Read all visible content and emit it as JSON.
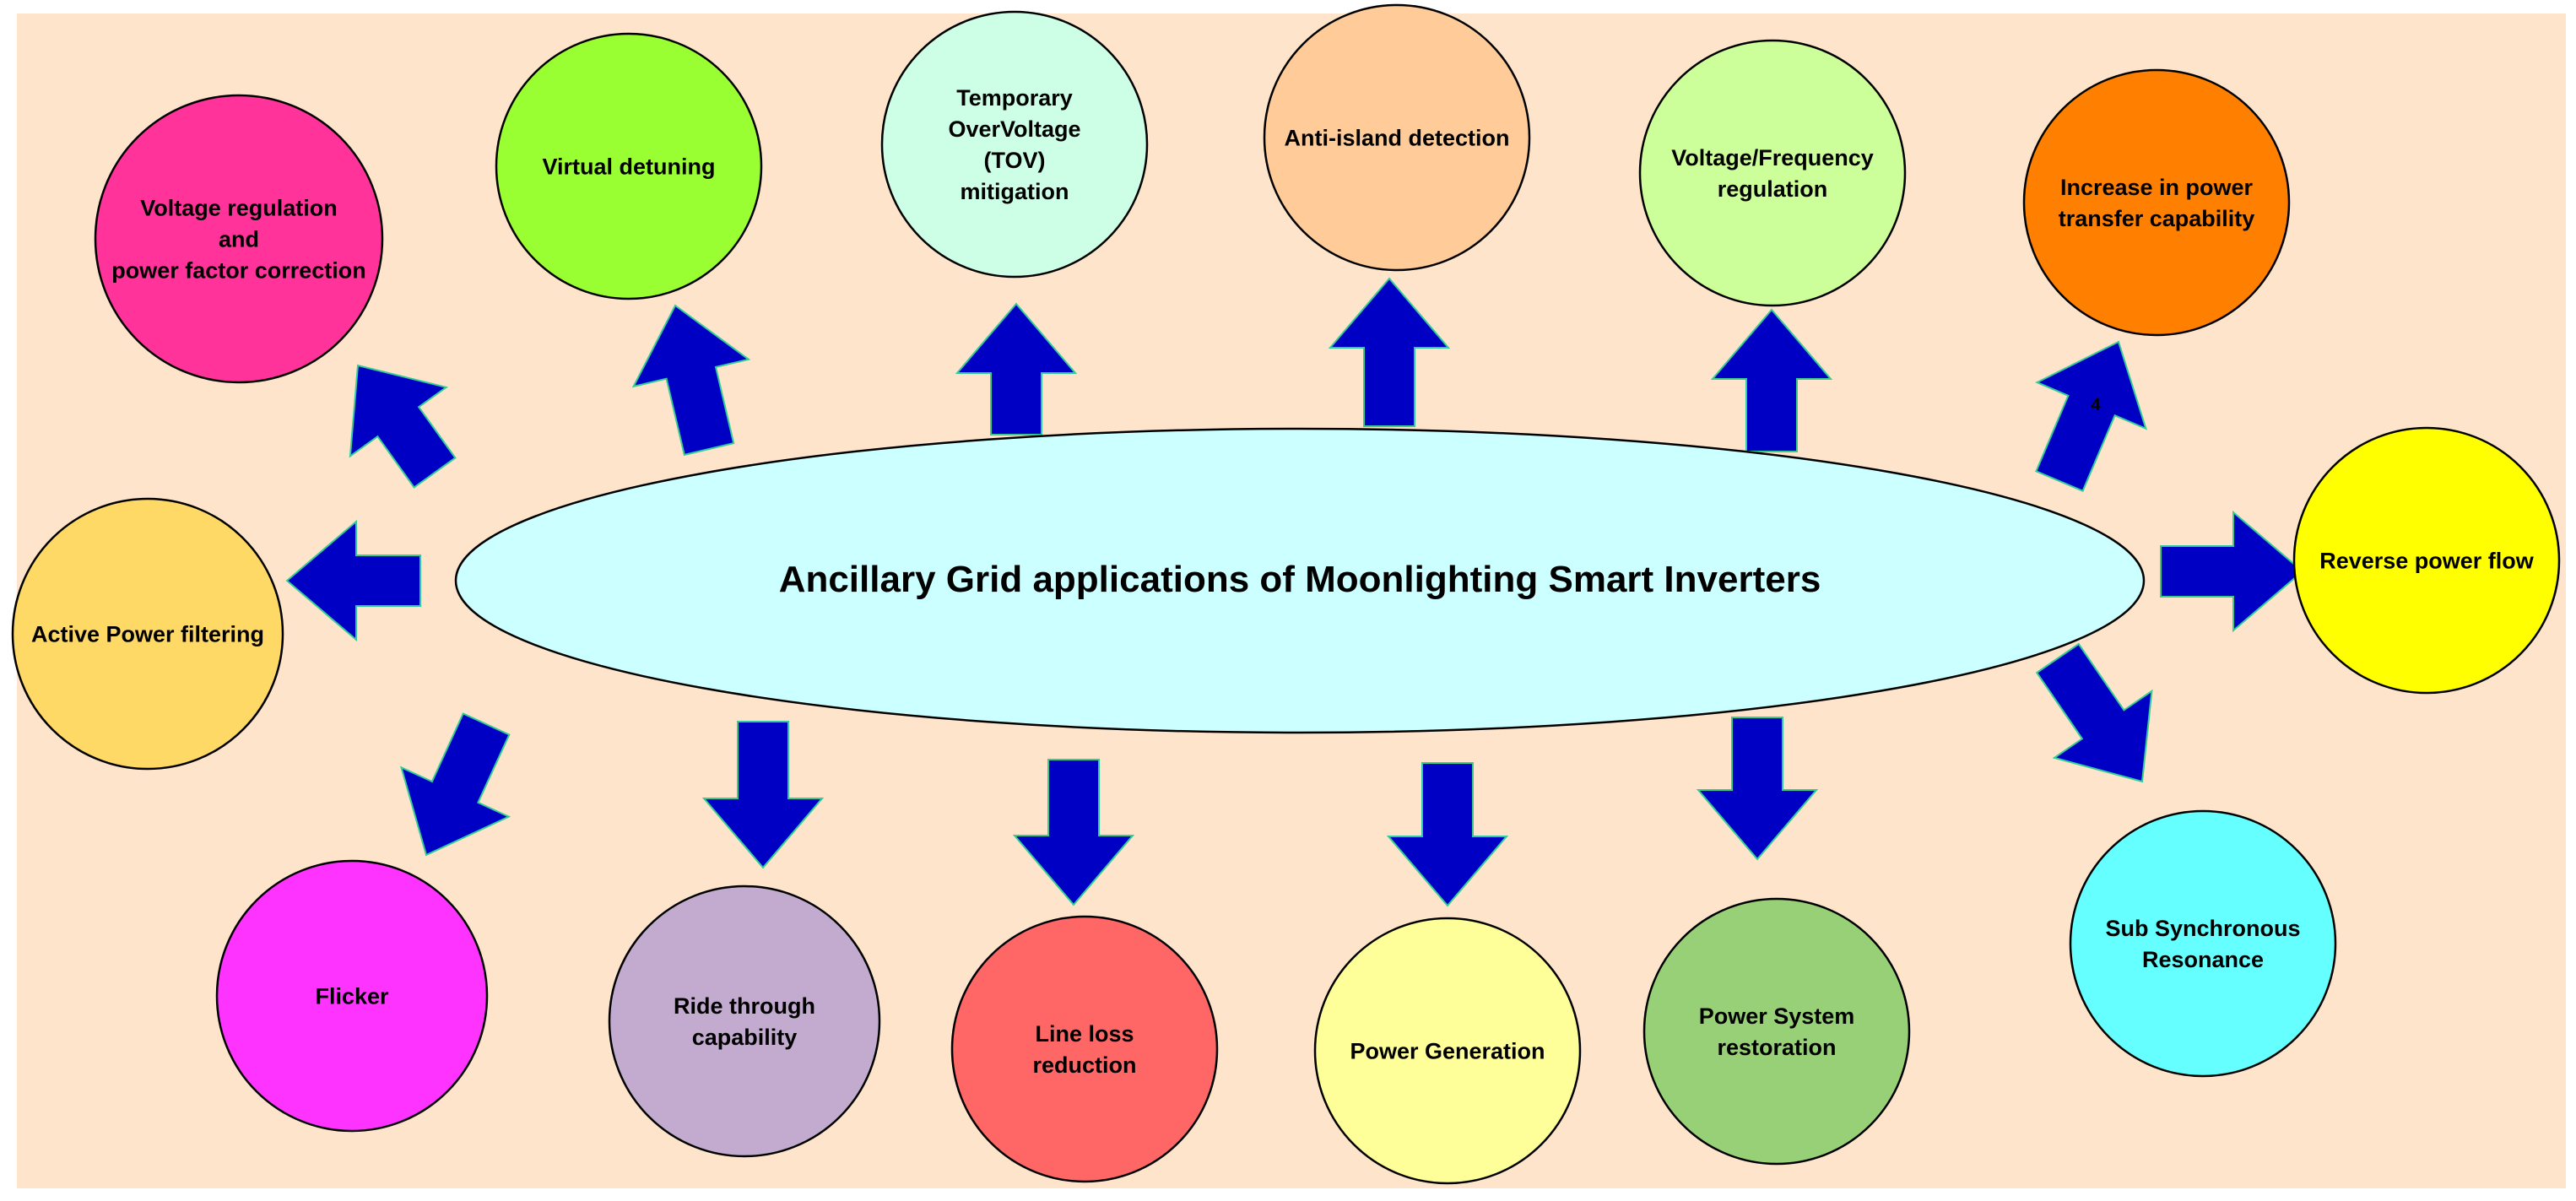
{
  "diagram": {
    "center": "Ancillary Grid applications of Moonlighting Smart Inverters",
    "stray_mark": "4",
    "colors": {
      "background": "#FDE4CB",
      "center_fill": "#CCFFFF",
      "arrow": "#0000C4",
      "arrow_outline": "#33CC99"
    },
    "nodes": [
      {
        "label": [
          "Voltage regulation",
          "and",
          "power factor correction"
        ],
        "color": "#FF3399"
      },
      {
        "label": [
          "Virtual detuning"
        ],
        "color": "#99FF33"
      },
      {
        "label": [
          "Temporary",
          "OverVoltage",
          "(TOV)",
          "mitigation"
        ],
        "color": "#CCFFE6"
      },
      {
        "label": [
          "Anti-island detection"
        ],
        "color": "#FFCC99"
      },
      {
        "label": [
          "Voltage/Frequency",
          "regulation"
        ],
        "color": "#CCFF99"
      },
      {
        "label": [
          "Increase in power",
          "transfer capability"
        ],
        "color": "#FF8000"
      },
      {
        "label": [
          "Active Power filtering"
        ],
        "color": "#FFD966"
      },
      {
        "label": [
          "Reverse power flow"
        ],
        "color": "#FFFF00"
      },
      {
        "label": [
          "Flicker"
        ],
        "color": "#FF33FF"
      },
      {
        "label": [
          "Ride through",
          "capability"
        ],
        "color": "#C3ABD0"
      },
      {
        "label": [
          "Line loss",
          "reduction"
        ],
        "color": "#FF6666"
      },
      {
        "label": [
          "Power Generation"
        ],
        "color": "#FFFF99"
      },
      {
        "label": [
          "Power System",
          "restoration"
        ],
        "color": "#97D077"
      },
      {
        "label": [
          "Sub Synchronous",
          "Resonance"
        ],
        "color": "#66FFFF"
      }
    ]
  }
}
